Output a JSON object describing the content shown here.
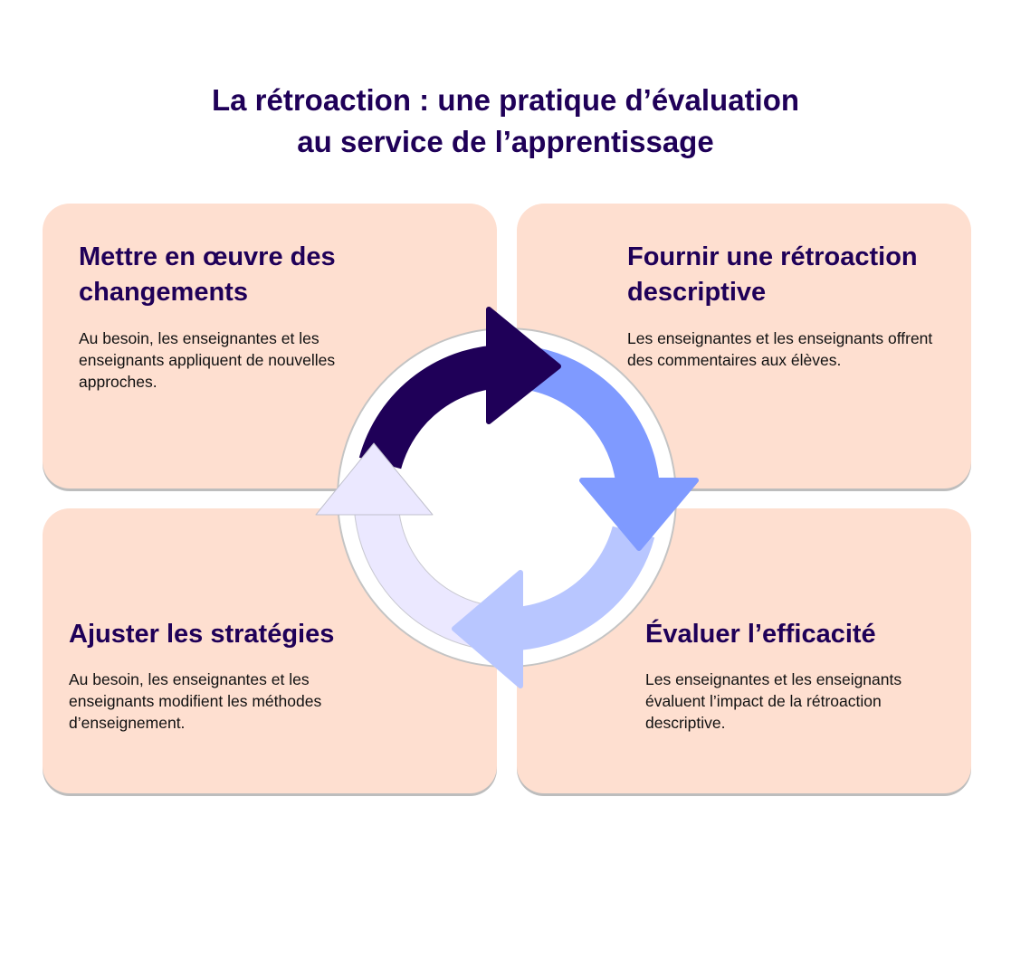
{
  "title": {
    "line1": "La rétroaction : une pratique d’évaluation",
    "line2": "au service de l’apprentissage"
  },
  "steps": [
    {
      "heading": "Mettre en œuvre des changements",
      "text": "Au besoin, les enseignantes et les enseignants appliquent de nouvelles approches."
    },
    {
      "heading": "Fournir une rétroaction descriptive",
      "text": "Les enseignantes et les enseignants offrent des commentaires aux élèves."
    },
    {
      "heading": "Ajuster les stratégies",
      "text": "Au besoin, les enseignantes et les enseignants modifient les méthodes d’enseignement."
    },
    {
      "heading": "Évaluer l’efficacité",
      "text": "Les enseignantes et les enseignants évaluent l’impact de la rétroaction descriptive."
    }
  ],
  "colors": {
    "dark": "#1f0058",
    "blue": "#7f9aff",
    "light_blue": "#b8c6ff",
    "lavender": "#ebe8ff",
    "card": "#fedfd0"
  }
}
